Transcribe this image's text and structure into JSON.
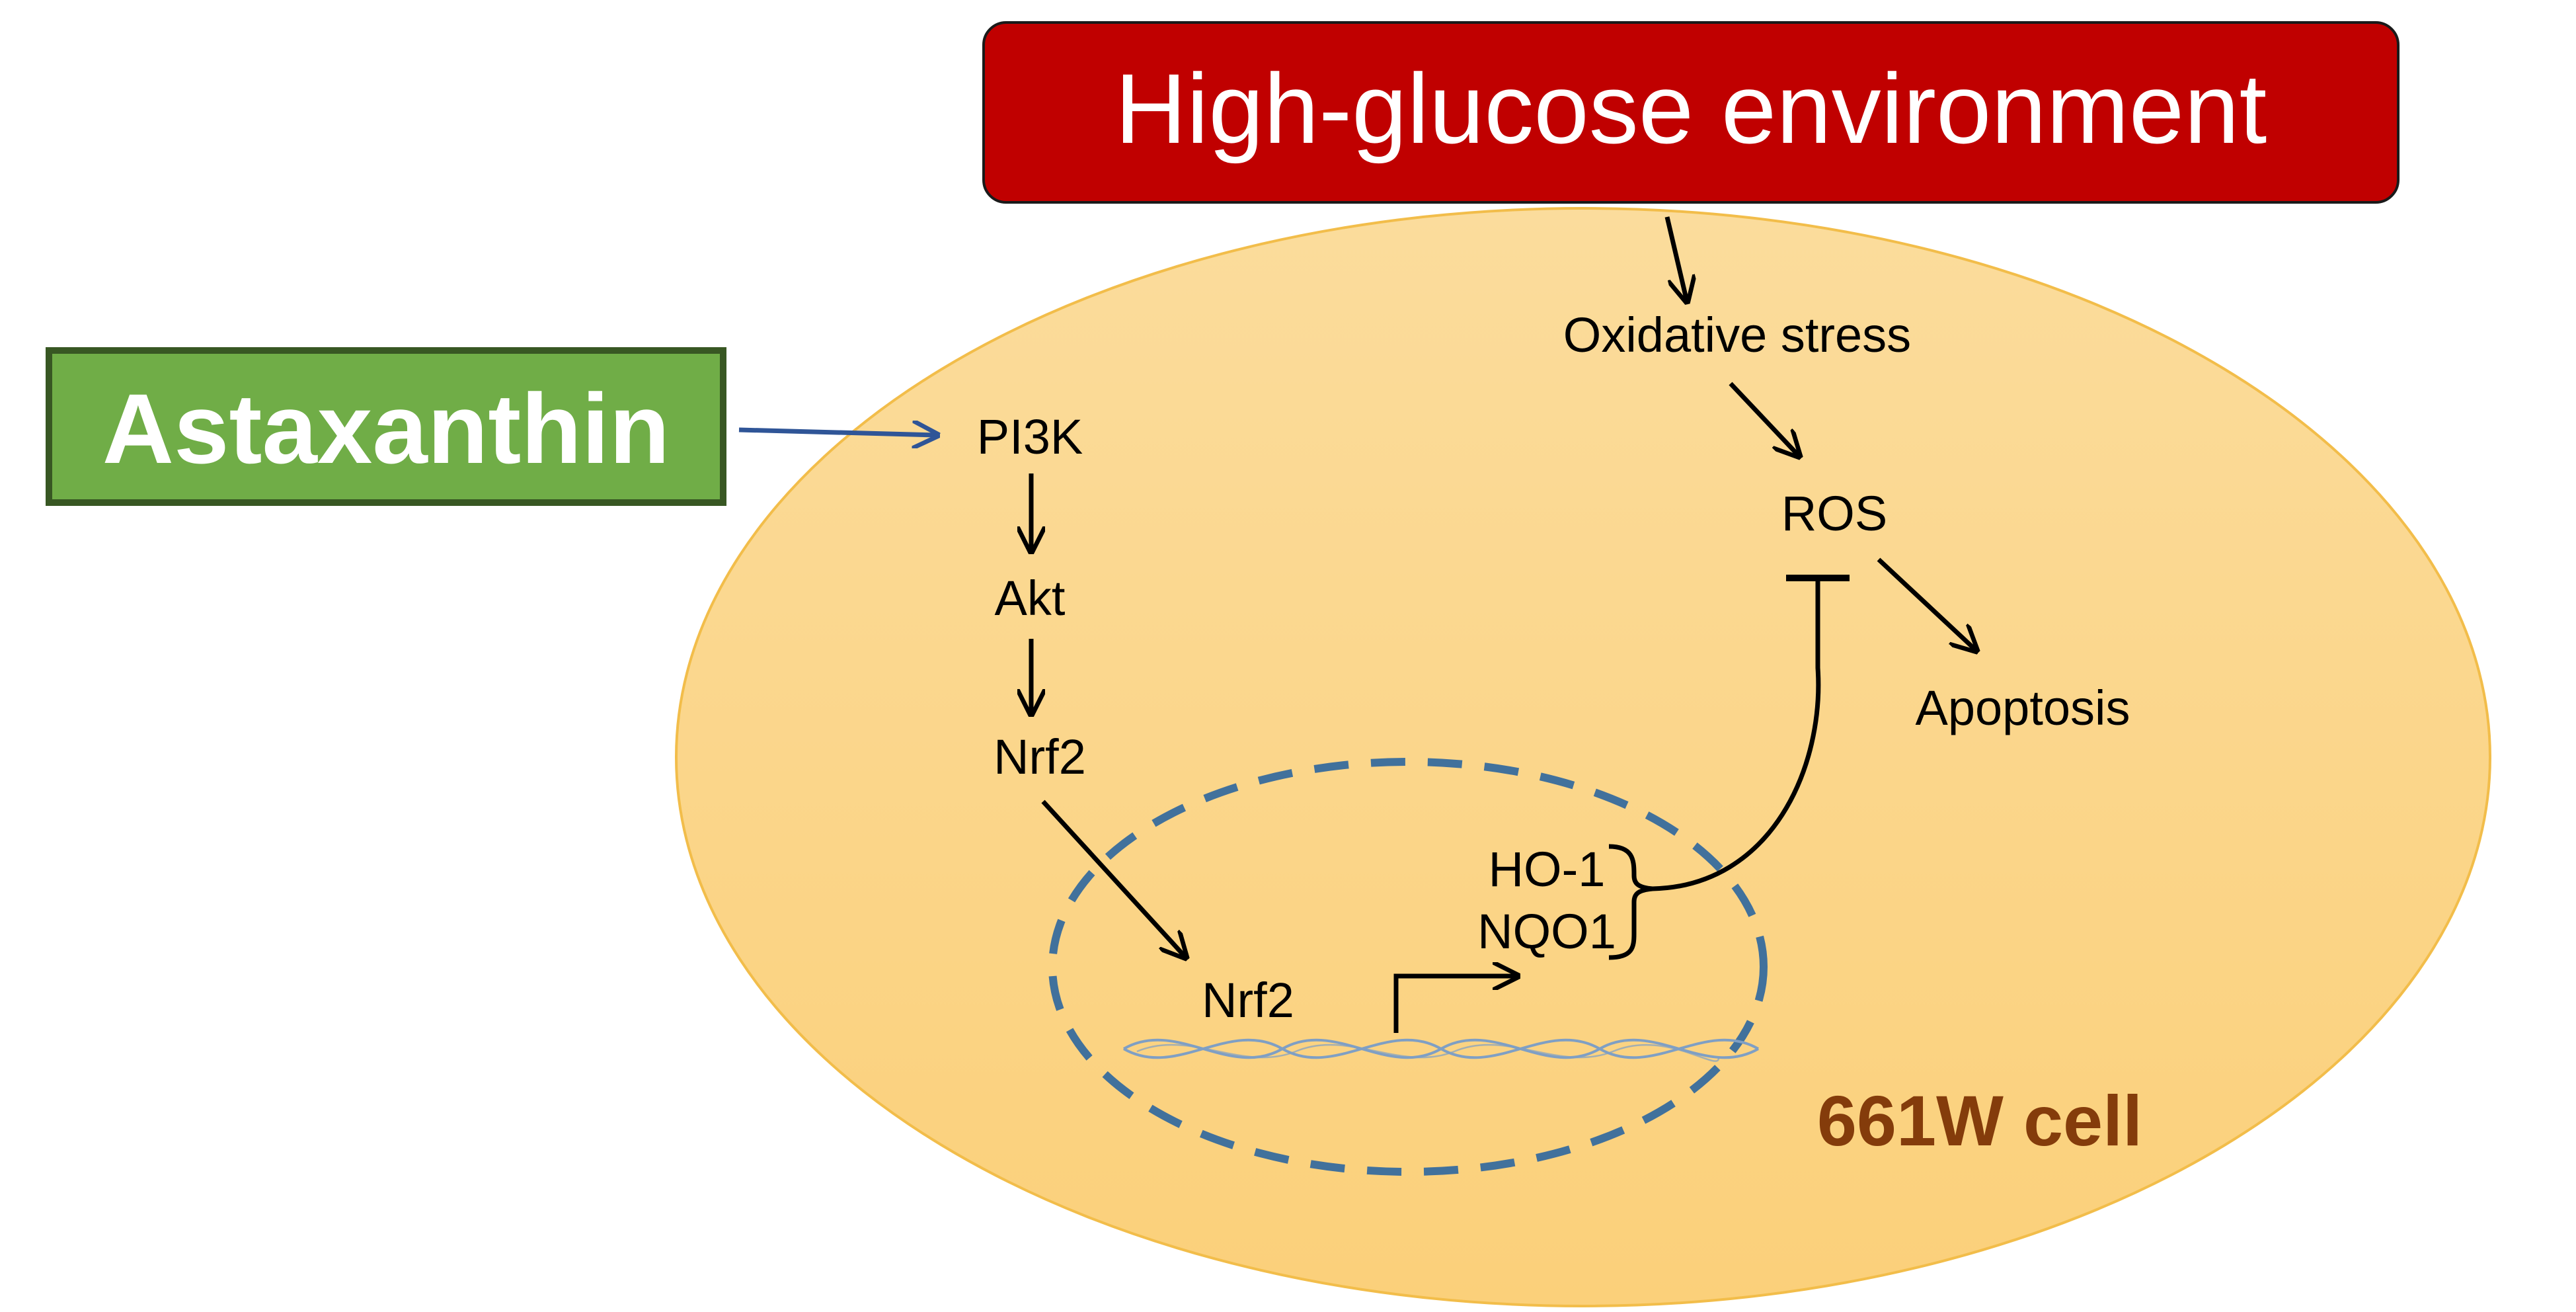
{
  "banner": {
    "label": "High-glucose environment",
    "fill": "#c00000",
    "text_color": "#ffffff"
  },
  "drug": {
    "label": "Astaxanthin",
    "fill": "#70ad47",
    "border": "#385723",
    "text_color": "#ffffff"
  },
  "cell": {
    "label": "661W cell",
    "fill": "#fbd487",
    "border": "#f2bd4a",
    "label_color": "#843c0b"
  },
  "nucleus": {
    "border": "#41719c"
  },
  "nodes": {
    "oxidative_stress": "Oxidative stress",
    "ros": "ROS",
    "apoptosis": "Apoptosis",
    "pi3k": "PI3K",
    "akt": "Akt",
    "nrf2_cytoplasm": "Nrf2",
    "nrf2_nucleus": "Nrf2",
    "ho1": "HO-1",
    "nqo1": "NQO1"
  },
  "colors": {
    "arrow": "#000000",
    "drug_arrow": "#2f5597",
    "dna": "#7f9fc4"
  }
}
